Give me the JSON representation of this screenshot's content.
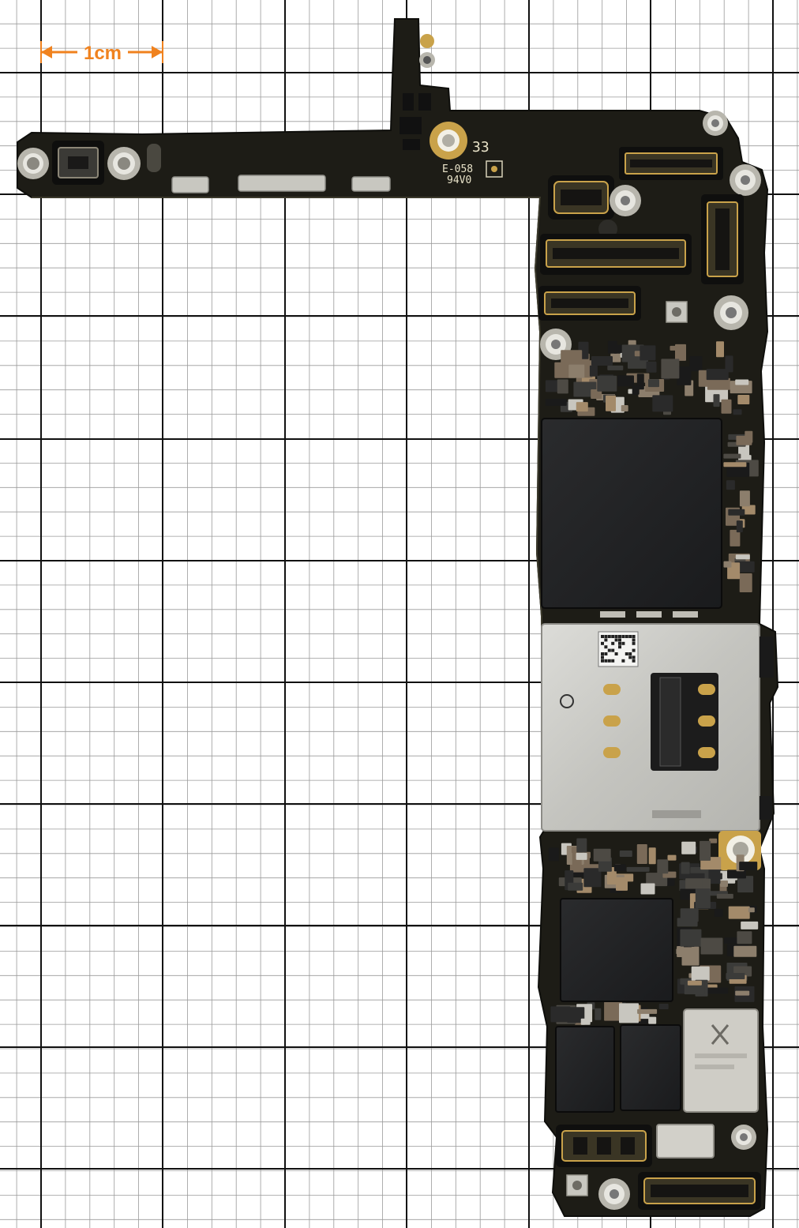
{
  "scale_bar": {
    "label": "1cm",
    "color": "#f0821e"
  },
  "board": {
    "silkscreen_top": "33",
    "silkscreen_code": "E-058",
    "silkscreen_rating": "94V0",
    "solder_mask_color": "#1d1c16",
    "shield_color": "#c9c9c4",
    "gold_color": "#c9a24a"
  }
}
